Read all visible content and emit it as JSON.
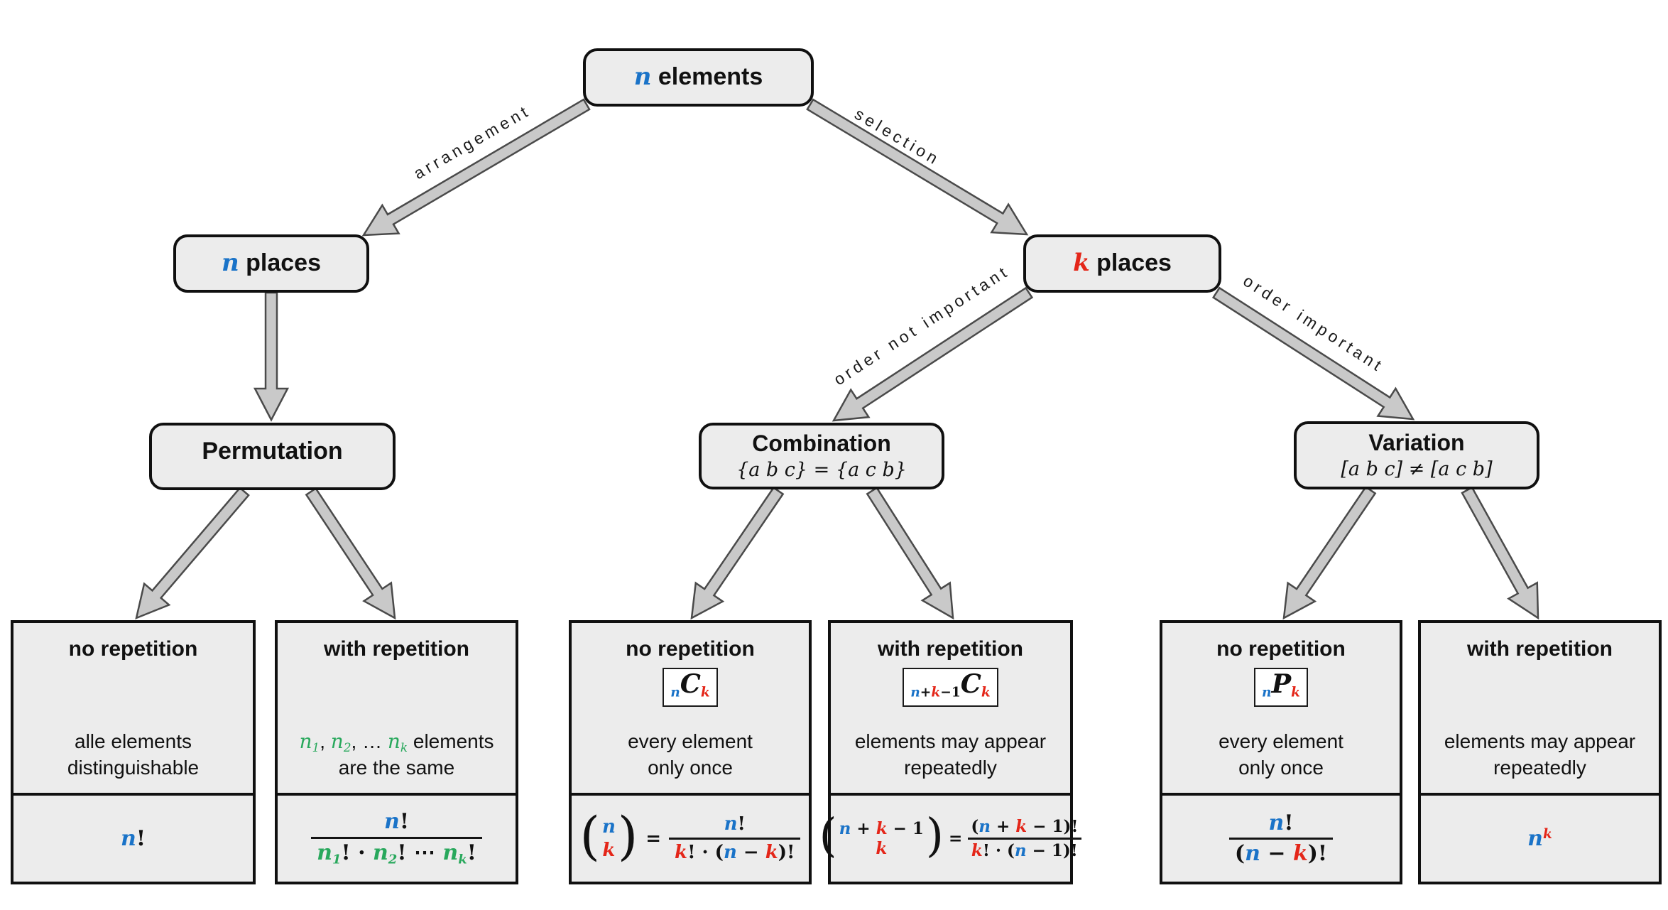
{
  "colors": {
    "accent_blue": "#1a73c8",
    "accent_red": "#e42619",
    "accent_green": "#28a85c",
    "box_fill": "#ececec",
    "arrow_fill": "#c9c9c9"
  },
  "nodes": {
    "root": {
      "prefix": "n",
      "rest": " elements"
    },
    "n_places": {
      "prefix": "n",
      "rest": " places"
    },
    "k_places": {
      "prefix": "k",
      "rest": " places"
    },
    "permutation": {
      "title": "Permutation"
    },
    "combination": {
      "title": "Combination",
      "subtitle": "{a b c} = {a c b}"
    },
    "variation": {
      "title": "Variation",
      "subtitle": "[a b c] ≠ [a c b]"
    }
  },
  "edge_labels": {
    "arrangement": "arrangement",
    "selection": "selection",
    "order_not_important": "order not important",
    "order_important": "order important"
  },
  "cards": [
    {
      "id": "permutation-no-repetition",
      "title": "no repetition",
      "body": [
        [
          {
            "t": "alle elements",
            "c": ""
          }
        ],
        [
          {
            "t": "distinguishable",
            "c": ""
          }
        ]
      ],
      "formula": {
        "plain": [
          {
            "t": "n",
            "c": "mb b"
          },
          {
            "t": "!",
            "c": "op"
          }
        ]
      }
    },
    {
      "id": "permutation-with-repetition",
      "title": "with repetition",
      "body": [
        [
          {
            "t": "n",
            "c": "mi g"
          },
          {
            "t": "1",
            "c": "mi g sub"
          },
          {
            "t": ", ",
            "c": ""
          },
          {
            "t": "n",
            "c": "mi g"
          },
          {
            "t": "2",
            "c": "mi g sub"
          },
          {
            "t": ", … ",
            "c": ""
          },
          {
            "t": "n",
            "c": "mi g"
          },
          {
            "t": "k",
            "c": "mi g sub"
          },
          {
            "t": " elements",
            "c": ""
          }
        ],
        [
          {
            "t": "are the same",
            "c": ""
          }
        ]
      ],
      "formula": {
        "frac": {
          "num": [
            {
              "t": "n",
              "c": "mb b"
            },
            {
              "t": "!",
              "c": "op"
            }
          ],
          "den": [
            {
              "t": "n",
              "c": "mb g"
            },
            {
              "t": "1",
              "c": "mb g sub"
            },
            {
              "t": "!",
              "c": "op"
            },
            {
              "t": " · ",
              "c": "op"
            },
            {
              "t": "n",
              "c": "mb g"
            },
            {
              "t": "2",
              "c": "mb g sub"
            },
            {
              "t": "!",
              "c": "op"
            },
            {
              "t": " ⋯ ",
              "c": "op"
            },
            {
              "t": "n",
              "c": "mb g"
            },
            {
              "t": "k",
              "c": "mb g sub"
            },
            {
              "t": "!",
              "c": "op"
            }
          ]
        }
      }
    },
    {
      "id": "combination-no-repetition",
      "title": "no repetition",
      "badge": [
        {
          "t": "n",
          "c": "mb b sub"
        },
        {
          "t": "C",
          "c": "mb big"
        },
        {
          "t": "k",
          "c": "mb r sub"
        }
      ],
      "body": [
        [
          {
            "t": "every element",
            "c": ""
          }
        ],
        [
          {
            "t": "only once",
            "c": ""
          }
        ]
      ],
      "formula": {
        "binom": {
          "lparen": "(",
          "rparen": ")",
          "top": [
            {
              "t": "n",
              "c": "mb b"
            }
          ],
          "bottom": [
            {
              "t": "k",
              "c": "mb r"
            }
          ]
        },
        "eq": "=",
        "frac": {
          "num": [
            {
              "t": "n",
              "c": "mb b"
            },
            {
              "t": "!",
              "c": "op"
            }
          ],
          "den": [
            {
              "t": "k",
              "c": "mb r"
            },
            {
              "t": "! · (",
              "c": "op"
            },
            {
              "t": "n",
              "c": "mb b"
            },
            {
              "t": " − ",
              "c": "op"
            },
            {
              "t": "k",
              "c": "mb r"
            },
            {
              "t": ")!",
              "c": "op"
            }
          ]
        }
      }
    },
    {
      "id": "combination-with-repetition",
      "title": "with repetition",
      "badge": [
        {
          "t": "n",
          "c": "mb b sub"
        },
        {
          "t": "+",
          "c": "op sub"
        },
        {
          "t": "k",
          "c": "mb r sub"
        },
        {
          "t": "−1",
          "c": "op sub"
        },
        {
          "t": "C",
          "c": "mb big"
        },
        {
          "t": "k",
          "c": "mb r sub"
        }
      ],
      "body": [
        [
          {
            "t": "elements may appear",
            "c": ""
          }
        ],
        [
          {
            "t": "repeatedly",
            "c": ""
          }
        ]
      ],
      "formula": {
        "binom": {
          "lparen": "(",
          "rparen": ")",
          "top": [
            {
              "t": "n",
              "c": "mb b"
            },
            {
              "t": " + ",
              "c": "op"
            },
            {
              "t": "k",
              "c": "mb r"
            },
            {
              "t": " − 1",
              "c": "op"
            }
          ],
          "bottom": [
            {
              "t": "k",
              "c": "mb r"
            }
          ]
        },
        "eq": "=",
        "frac": {
          "num": [
            {
              "t": "(",
              "c": "op"
            },
            {
              "t": "n",
              "c": "mb b"
            },
            {
              "t": " + ",
              "c": "op"
            },
            {
              "t": "k",
              "c": "mb r"
            },
            {
              "t": " − 1",
              "c": "op"
            },
            {
              "t": ")!",
              "c": "op"
            }
          ],
          "den": [
            {
              "t": "k",
              "c": "mb r"
            },
            {
              "t": "! · (",
              "c": "op"
            },
            {
              "t": "n",
              "c": "mb b"
            },
            {
              "t": " − 1)!",
              "c": "op"
            }
          ]
        }
      }
    },
    {
      "id": "variation-no-repetition",
      "title": "no repetition",
      "badge": [
        {
          "t": "n",
          "c": "mb b sub"
        },
        {
          "t": "P",
          "c": "mb big"
        },
        {
          "t": "k",
          "c": "mb r sub"
        }
      ],
      "body": [
        [
          {
            "t": "every element",
            "c": ""
          }
        ],
        [
          {
            "t": "only once",
            "c": ""
          }
        ]
      ],
      "formula": {
        "frac": {
          "num": [
            {
              "t": "n",
              "c": "mb b"
            },
            {
              "t": "!",
              "c": "op"
            }
          ],
          "den": [
            {
              "t": "(",
              "c": "op"
            },
            {
              "t": "n",
              "c": "mb b"
            },
            {
              "t": " − ",
              "c": "op"
            },
            {
              "t": "k",
              "c": "mb r"
            },
            {
              "t": ")!",
              "c": "op"
            }
          ]
        }
      }
    },
    {
      "id": "variation-with-repetition",
      "title": "with repetition",
      "body": [
        [
          {
            "t": "elements may appear",
            "c": ""
          }
        ],
        [
          {
            "t": "repeatedly",
            "c": ""
          }
        ]
      ],
      "formula": {
        "plain": [
          {
            "t": "n",
            "c": "mb b"
          },
          {
            "t": "k",
            "c": "mb r sup"
          }
        ]
      }
    }
  ]
}
